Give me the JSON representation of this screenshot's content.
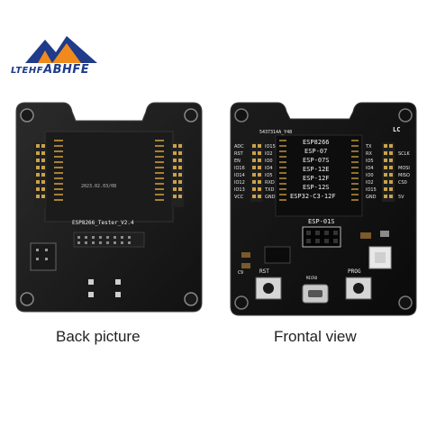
{
  "logo": {
    "text_prefix": "LTEHF",
    "text_main": "ABHFE"
  },
  "captions": {
    "back": "Back picture",
    "front": "Frontal view"
  },
  "back_board": {
    "silkscreen_main": "ESP8266_Tester_V2.4",
    "silkscreen_serial": "2023.02.03/08"
  },
  "front_board": {
    "batch": "5437314A_Y48",
    "models": [
      "ESP8266",
      "ESP-07",
      "ESP-07S",
      "ESP-12E",
      "ESP-12F",
      "ESP-12S",
      "ESP32-C3-12F"
    ],
    "module_label": "ESP-01S",
    "left_pins": [
      "ADC",
      "RST",
      "EN",
      "IO16",
      "IO14",
      "IO12",
      "IO13",
      "VCC"
    ],
    "left_pins_extra": [
      "IO15",
      "IO2",
      "IO0",
      "IO4",
      "IO5",
      "RXD",
      "TXD",
      "GND"
    ],
    "right_pins": [
      "TX",
      "RX",
      "IO5",
      "IO4",
      "IO0",
      "IO2",
      "IO15",
      "GND"
    ],
    "right_pins_extra": [
      "SCLK",
      "MOSI",
      "MISO",
      "CS0",
      "5V"
    ],
    "button_rst": "RST",
    "button_prog": "PROG",
    "usb_label": "MICRO",
    "cap_label": "C9",
    "logo_mark": "LC"
  }
}
